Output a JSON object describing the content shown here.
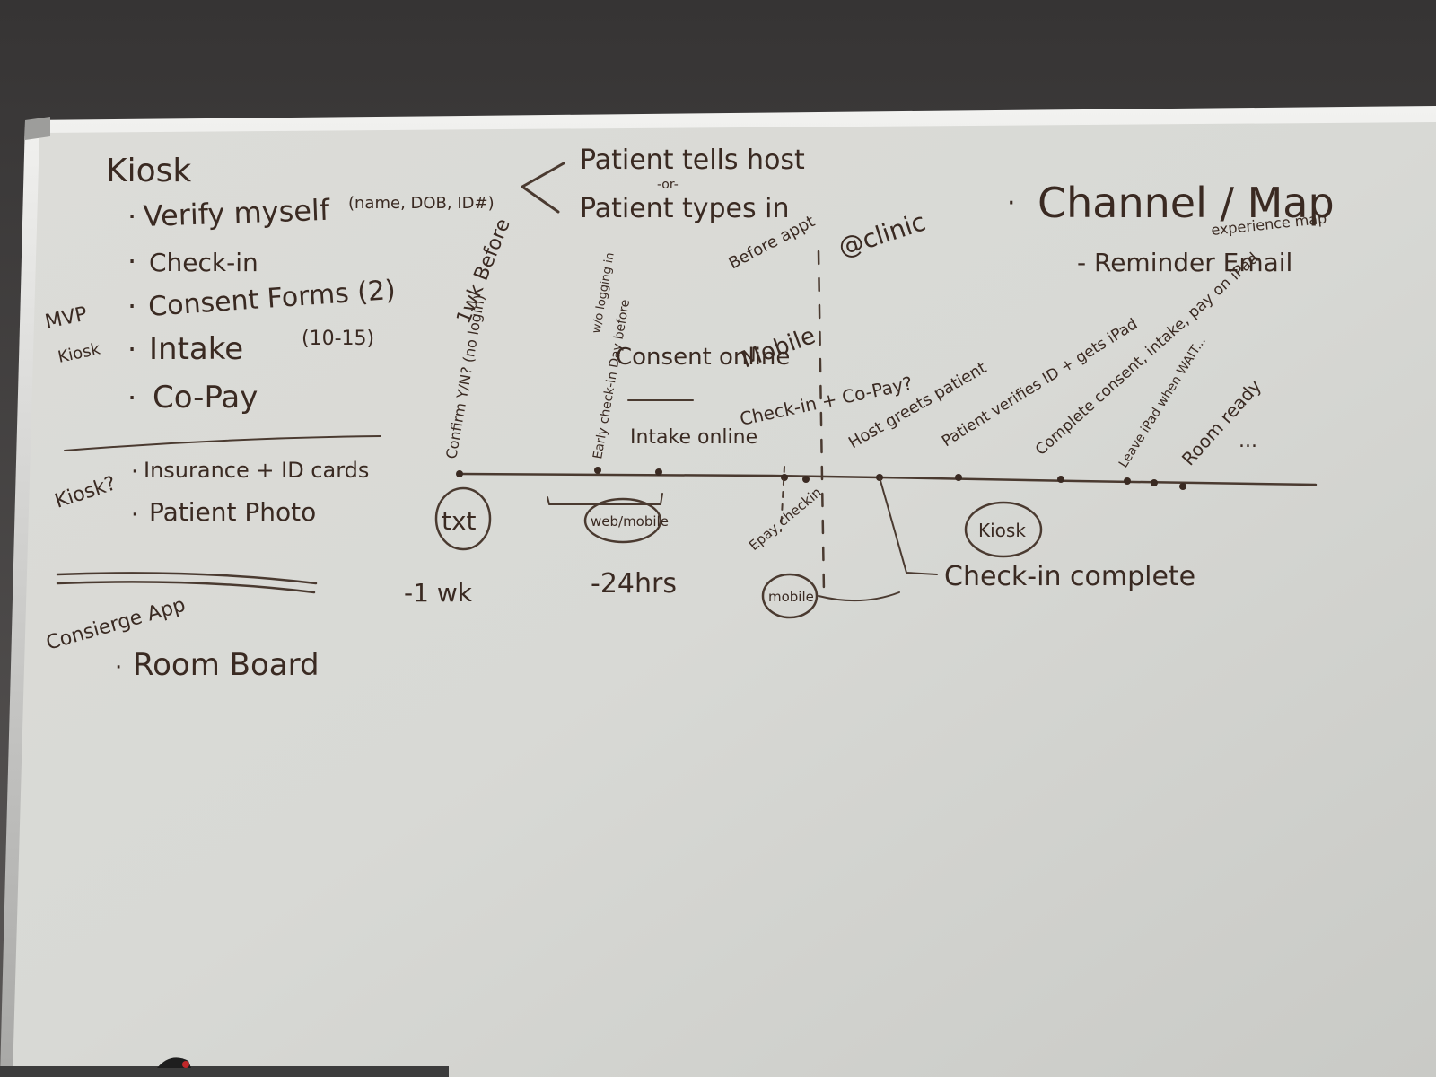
{
  "whiteboard": {
    "left_list": {
      "heading": "Kiosk",
      "items": [
        "Verify myself",
        "Check-in",
        "Consent Forms (2)",
        "Intake",
        "Co-Pay"
      ],
      "verify_note": "(name, DOB, ID#)",
      "intake_note": "(10-15)",
      "mvp_label_1": "MVP",
      "mvp_label_2": "Kiosk",
      "kiosk_q": "Kiosk?",
      "extra_items": [
        "Insurance + ID cards",
        "Patient Photo"
      ],
      "concierge_title": "Consierge App",
      "concierge_item": "Room Board"
    },
    "top_center": {
      "line1": "Patient tells host",
      "or": "-or-",
      "line2": "Patient types in"
    },
    "top_right": {
      "title": "Channel / Map",
      "subtitle": "experience map",
      "reminder": "- Reminder Email"
    },
    "timeline": {
      "before_label": "1wk Before",
      "confirm_label": "Confirm Y/N? (no login)",
      "early_label": "Early check-in Day before",
      "w_o_label": "w/o logging in",
      "consent_label": "Consent online",
      "intake_label": "Intake online",
      "before_appt": "Before appt",
      "mobile_label": "Mobile",
      "checkin_copay": "Check-in + Co-Pay?",
      "clinic_label": "@clinic",
      "host_label": "Host greets patient",
      "verify_label": "Patient verifies ID + gets iPad",
      "complete_label": "Complete consent, intake, pay on iPad",
      "leave_label": "Leave iPad when WAIT...",
      "room_label": "Room ready",
      "ellipsis": "...",
      "txt_circle": "txt",
      "web_circle": "web/mobile",
      "epay_label": "Epay checkin",
      "mobile_circle": "mobile",
      "kiosk_circle": "Kiosk",
      "minus_week": "-1 wk",
      "minus_24": "-24hrs",
      "checkin_complete": "Check-in complete"
    }
  }
}
